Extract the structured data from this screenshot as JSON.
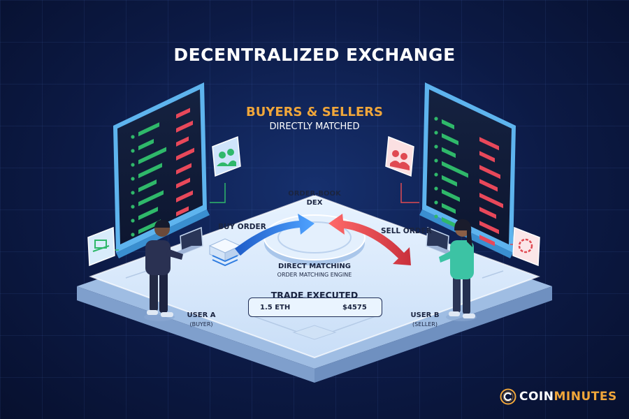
{
  "title": "DECENTRALIZED EXCHANGE",
  "subtitle": {
    "heading": "BUYERS & SELLERS",
    "caption": "DIRECTLY MATCHED"
  },
  "dex": {
    "line1": "ORDER-BOOK",
    "line2": "DEX"
  },
  "orders": {
    "buy": "BUY ORDER",
    "sell": "SELL ORDER"
  },
  "matching": {
    "title": "DIRECT MATCHING",
    "caption": "ORDER MATCHING ENGINE"
  },
  "trade": {
    "title": "TRADE EXECUTED",
    "from_amount": "1.5 ETH",
    "to_amount": "$4575"
  },
  "users": {
    "a_name": "USER A",
    "a_role": "(BUYER)",
    "b_name": "USER B",
    "b_role": "(SELLER)"
  },
  "brand": {
    "part1": "COIN",
    "part2": "MINUTES"
  },
  "colors": {
    "buy": "#2f7de0",
    "sell": "#e04a52",
    "bid_bar": "#2fb86a",
    "ask_bar": "#e8485a",
    "accent": "#f0a63a",
    "platform": "#dcebfb",
    "screen_frame": "#8fd0ff"
  },
  "icons": {
    "buyer_group": "users-icon",
    "seller_group": "users-icon",
    "wallet": "laptop-icon",
    "crypto": "chain-icon",
    "stack": "cube-stack-icon"
  }
}
